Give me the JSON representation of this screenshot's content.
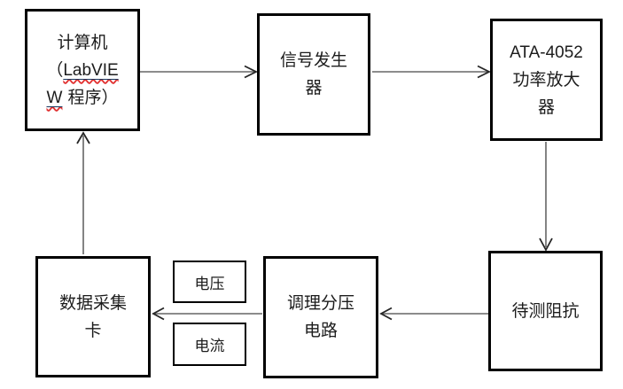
{
  "diagram_title": "impedance-measurement-system-block-diagram",
  "boxes": {
    "computer": {
      "line1": "计算机",
      "line2_prefix": "（",
      "line2_word": "LabVIE",
      "line3_word": "W",
      "line3_suffix": " 程序）"
    },
    "signal_generator": {
      "lines": [
        "信号发生",
        "器"
      ]
    },
    "amplifier": {
      "lines": [
        "ATA-4052",
        "功率放大",
        "器"
      ]
    },
    "impedance": {
      "lines": [
        "待测阻抗"
      ]
    },
    "conditioning": {
      "lines": [
        "调理分压",
        "电路"
      ]
    },
    "daq": {
      "lines": [
        "数据采集",
        "卡"
      ]
    },
    "voltage_label": "电压",
    "current_label": "电流"
  },
  "connections": [
    {
      "from": "计算机（LabVIEW 程序）",
      "to": "信号发生器"
    },
    {
      "from": "信号发生器",
      "to": "ATA-4052 功率放大器"
    },
    {
      "from": "ATA-4052 功率放大器",
      "to": "待测阻抗"
    },
    {
      "from": "待测阻抗",
      "to": "调理分压电路"
    },
    {
      "from": "调理分压电路",
      "to": "数据采集卡"
    },
    {
      "from": "数据采集卡",
      "to": "计算机（LabVIEW 程序）"
    }
  ],
  "colors": {
    "background": "#ffffff",
    "box_border": "#000000",
    "arrow_shaft": "#666666",
    "arrow_head": "#262626",
    "spellcheck_underline": "#e03131"
  }
}
